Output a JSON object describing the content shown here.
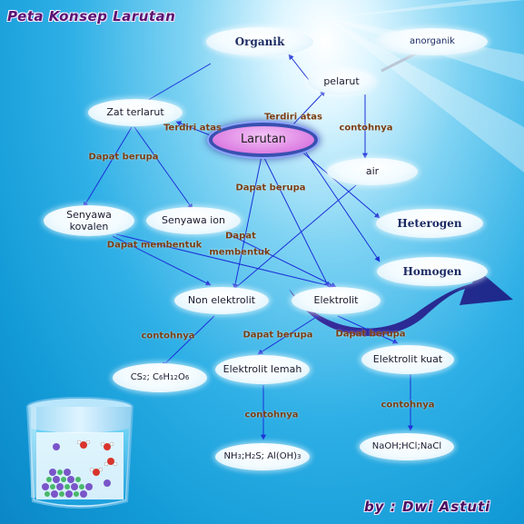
{
  "title": "Peta Konsep Larutan",
  "credit": "by : Dwi Astuti",
  "nodes": {
    "organik": "Organik",
    "anorganik": "anorganik",
    "pelarut": "pelarut",
    "zat_terlarut": "Zat terlarut",
    "larutan": "Larutan",
    "air": "air",
    "senyawa_kovalen": "Senyawa kovalen",
    "senyawa_ion": "Senyawa ion",
    "heterogen": "Heterogen",
    "homogen": "Homogen",
    "non_elektrolit": "Non elektrolit",
    "elektrolit": "Elektrolit",
    "elektrolit_lemah": "Elektrolit lemah",
    "elektrolit_kuat": "Elektrolit kuat",
    "contoh_non": [
      "CS",
      "2",
      "; C",
      "6",
      "H",
      "12",
      "O",
      "6"
    ],
    "contoh_lemah": [
      "NH",
      "3",
      ";H",
      "2",
      "S; Al(OH)",
      "3"
    ],
    "contoh_kuat": "NaOH;HCl;NaCl"
  },
  "labels": {
    "terdiri_atas_1": "Terdiri atas",
    "terdiri_atas_2": "Terdiri atas",
    "contohnya_1": "contohnya",
    "dapat_berupa_1": "Dapat berupa",
    "dapat_berupa_2": "Dapat berupa",
    "dapat": "Dapat",
    "membentuk": "membentuk",
    "dapat_membentuk": "Dapat membentuk",
    "contohnya_2": "contohnya",
    "dapat_berupa_3": "Dapat berupa",
    "dapat_berupa_4": "Dapat berupa",
    "contohnya_3": "contohnya",
    "contohnya_4": "contohnya"
  },
  "colors": {
    "line": "#1b2fd8",
    "label": "#7b3e12",
    "central_fill": "#dd7fe3",
    "central_border": "#3950b0",
    "swoosh": "#1c2a8a"
  }
}
